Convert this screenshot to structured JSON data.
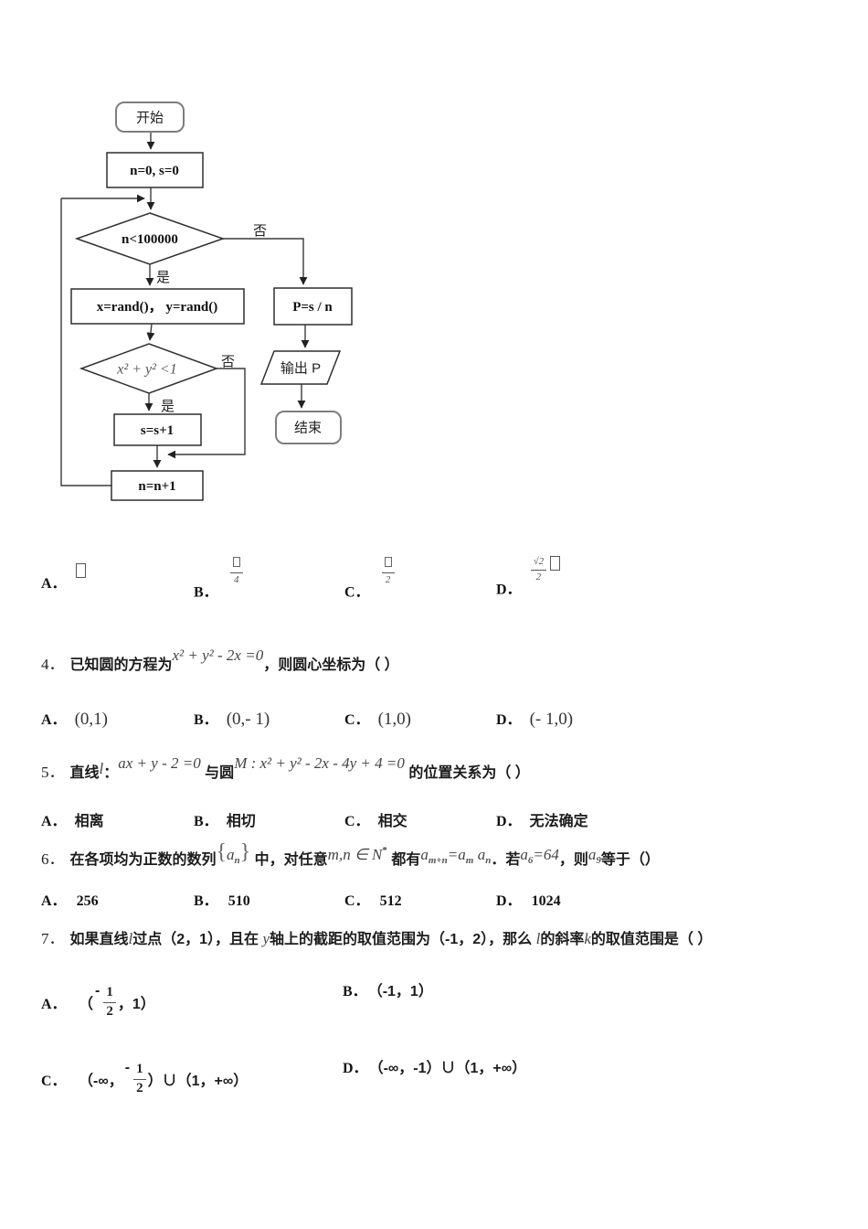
{
  "flowchart": {
    "start": "开始",
    "init": "n=0, s=0",
    "cond1": "n<100000",
    "yes1": "是",
    "no1": "否",
    "rand": "x=rand()， y=rand()",
    "cond2": "x² + y² <1",
    "yes2": "是",
    "no2": "否",
    "inc_s": "s=s+1",
    "inc_n": "n=n+1",
    "compute": "P=s / n",
    "output": "输出 P",
    "end": "结束"
  },
  "q3": {
    "choices": [
      {
        "label": "A．"
      },
      {
        "label": "B．",
        "den": "4"
      },
      {
        "label": "C．",
        "den": "2"
      },
      {
        "label": "D．",
        "num": "√2",
        "den": "2"
      }
    ]
  },
  "q4": {
    "number": "4．",
    "t1": "已知圆的方程为",
    "math1": "x² + y² - 2x =0",
    "t2": "，则圆心坐标为（ ）",
    "choices": [
      {
        "label": "A．",
        "text": "(0,1)"
      },
      {
        "label": "B．",
        "text": "(0,- 1)"
      },
      {
        "label": "C．",
        "text": "(1,0)"
      },
      {
        "label": "D．",
        "text": "(- 1,0)"
      }
    ]
  },
  "q5": {
    "number": "5．",
    "t1": "直线",
    "var1": "l",
    "colon": "：",
    "math1": "ax + y - 2 =0",
    "t2": "与圆",
    "math2": "M : x² + y² - 2x - 4y + 4 =0",
    "t3": "的位置关系为（ ）",
    "choices": [
      {
        "label": "A．",
        "text": "相离"
      },
      {
        "label": "B．",
        "text": "相切"
      },
      {
        "label": "C．",
        "text": "相交"
      },
      {
        "label": "D．",
        "text": "无法确定"
      }
    ]
  },
  "q6": {
    "number": "6．",
    "t1": "在各项均为正数的数列",
    "seq_open": "{",
    "seq_base": "a",
    "seq_sub": "n",
    "seq_close": "}",
    "t2": "中，对任意",
    "cond": "m,n ∈ N",
    "cond_sup": "*",
    "t3": "都有",
    "rel_a1": "a",
    "rel_sub1": "m+n",
    "rel_eq": "=",
    "rel_a2": "a",
    "rel_sub2": "m",
    "rel_a3": "a",
    "rel_sub3": "n",
    "t4": "．若",
    "giv_a": "a",
    "giv_sub": "6",
    "giv_eq": "=64",
    "t5": "，则",
    "ask_a": "a",
    "ask_sub": "9",
    "t6": "等于（）",
    "choices": [
      {
        "label": "A．",
        "text": "256"
      },
      {
        "label": "B．",
        "text": "510"
      },
      {
        "label": "C．",
        "text": "512"
      },
      {
        "label": "D．",
        "text": "1024"
      }
    ]
  },
  "q7": {
    "number": "7．",
    "t1": "如果直线",
    "var1": "l",
    "t2": "过点（2，1），且在 ",
    "var2": "y",
    "t3": "轴上的截距的取值范围为（-1，2），那么 ",
    "var3": "l",
    "t4": "的斜率",
    "var4": "k",
    "t5": "的取值范围是（ ）",
    "choice_a": {
      "label": "A．",
      "pre": "（",
      "minus": "-",
      "num": "1",
      "den": "2",
      "post": "，1）"
    },
    "choice_b": {
      "label": "B．",
      "text": "（-1，1）"
    },
    "choice_c": {
      "label": "C．",
      "pre": "（-∞，",
      "minus": "-",
      "num": "1",
      "den": "2",
      "post": "）∪（1，+∞）"
    },
    "choice_d": {
      "label": "D．",
      "text": "（-∞，-1）∪（1，+∞）"
    }
  }
}
